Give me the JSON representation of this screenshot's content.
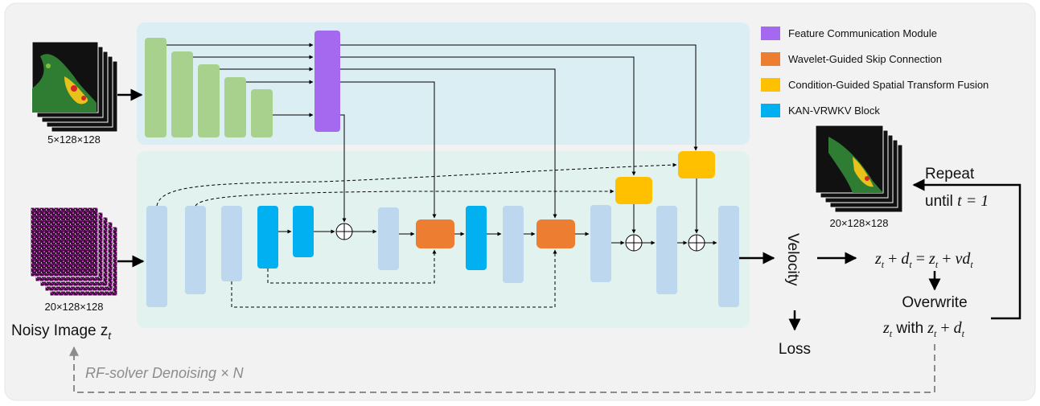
{
  "legend": [
    {
      "label": "Feature Communication Module",
      "color": "#A569F0"
    },
    {
      "label": "Wavelet-Guided Skip Connection",
      "color": "#ED7D31"
    },
    {
      "label": "Condition-Guided Spatial Transform Fusion",
      "color": "#FFC000"
    },
    {
      "label": "KAN-VRWKV Block",
      "color": "#00B0F0"
    }
  ],
  "colors": {
    "encoder_block": "#A9D18E",
    "unet_block": "#BDD7EE",
    "condition_panel": "#DAEEF3",
    "unet_panel": "#E2F3EF",
    "outer_panel": "#F2F2F2"
  },
  "condition_input": {
    "dims": "5×128×128"
  },
  "noisy_input": {
    "dims": "20×128×128",
    "label_main": "Noisy Image z",
    "label_sub": "t"
  },
  "output": {
    "dims": "20×128×128"
  },
  "velocity_label": "Velocity",
  "loss_label": "Loss",
  "repeat": {
    "line1": "Repeat",
    "line2_prefix": "until",
    "line2_math": "t = 1"
  },
  "update_equation": {
    "z": "z",
    "t": "t",
    "plus": " + ",
    "d": "d",
    "eq": " = ",
    "v": "vd"
  },
  "overwrite": {
    "line1": "Overwrite",
    "with": "with"
  },
  "solver_label": "RF-solver Denoising",
  "solver_times": "× N"
}
